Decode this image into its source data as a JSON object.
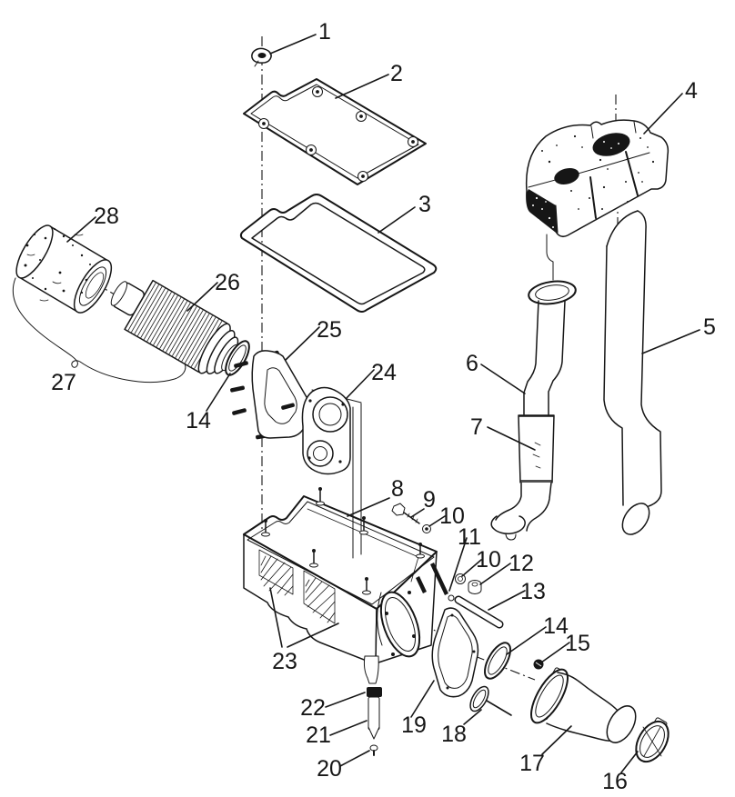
{
  "ink": "#161616",
  "background": "#ffffff",
  "callouts": {
    "c1": "1",
    "c2": "2",
    "c3": "3",
    "c4": "4",
    "c5": "5",
    "c6": "6",
    "c7": "7",
    "c8": "8",
    "c9": "9",
    "c10a": "10",
    "c11": "11",
    "c10b": "10",
    "c12": "12",
    "c13": "13",
    "c14a": "14",
    "c14b": "14",
    "c15": "15",
    "c16": "16",
    "c17": "17",
    "c18": "18",
    "c19": "19",
    "c20": "20",
    "c21": "21",
    "c22": "22",
    "c23": "23",
    "c24": "24",
    "c25": "25",
    "c26": "26",
    "c27": "27",
    "c28": "28"
  }
}
